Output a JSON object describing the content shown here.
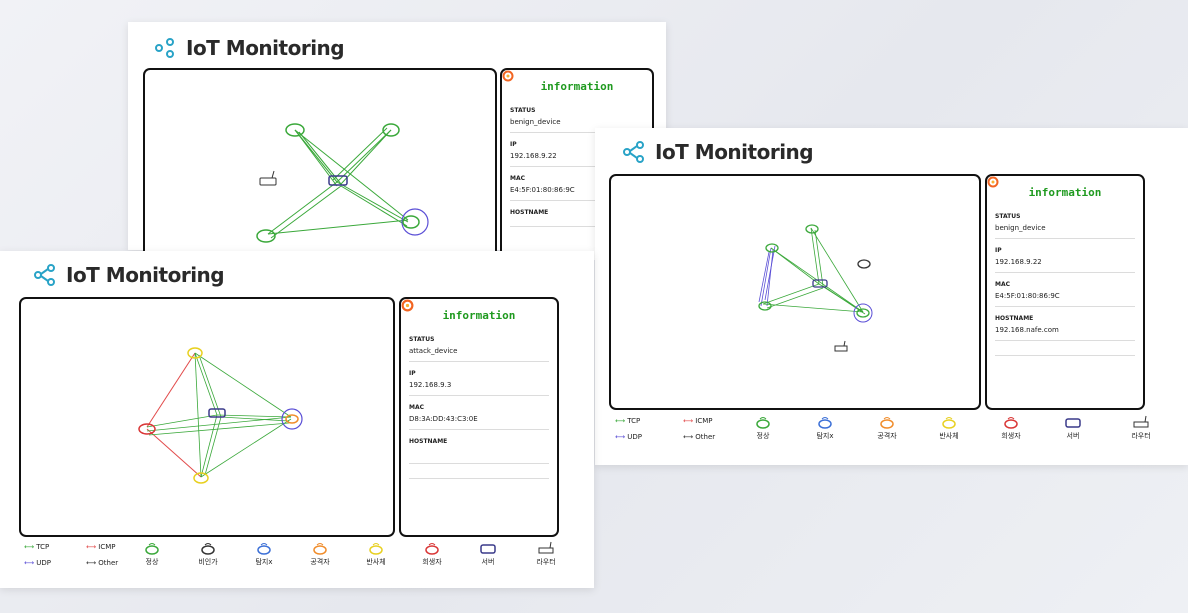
{
  "app_title": "IoT Monitoring",
  "info_title": "information",
  "labels": {
    "status": "STATUS",
    "ip": "IP",
    "mac": "MAC",
    "hostname": "HOSTNAME"
  },
  "cards": {
    "top": {
      "status": "benign_device",
      "ip": "192.168.9.22",
      "mac": "E4:5F:01:80:86:9C"
    },
    "right": {
      "status": "benign_device",
      "ip": "192.168.9.22",
      "mac": "E4:5F:01:80:86:9C",
      "hostname": "192.168.nafe.com"
    },
    "left": {
      "status": "attack_device",
      "ip": "192.168.9.3",
      "mac": "D8:3A:DD:43:C3:0E"
    }
  },
  "legend": {
    "tcp": "TCP",
    "udp": "UDP",
    "icmp": "ICMP",
    "other": "Other",
    "items": [
      "정상",
      "비인가",
      "탐지x",
      "공격자",
      "반사체",
      "희생자",
      "서버",
      "라우터"
    ],
    "items_right": [
      "정상",
      "탐지x",
      "공격자",
      "반사체",
      "희생자",
      "서버",
      "라우터"
    ]
  },
  "colors": {
    "tcp": "#3aa83a",
    "udp": "#5b4fd6",
    "icmp": "#e24a4a",
    "normal": "#3aa83a",
    "unauthorized": "#333333",
    "undetected": "#3b6fd6",
    "attacker": "#f08c2a",
    "reflector": "#e8d020",
    "victim": "#d93636",
    "server": "#3a3a8a",
    "router": "#333333",
    "accent": "#29a3c7"
  },
  "icons": {
    "brand": "share-icon",
    "hostname": "grafana-icon"
  }
}
